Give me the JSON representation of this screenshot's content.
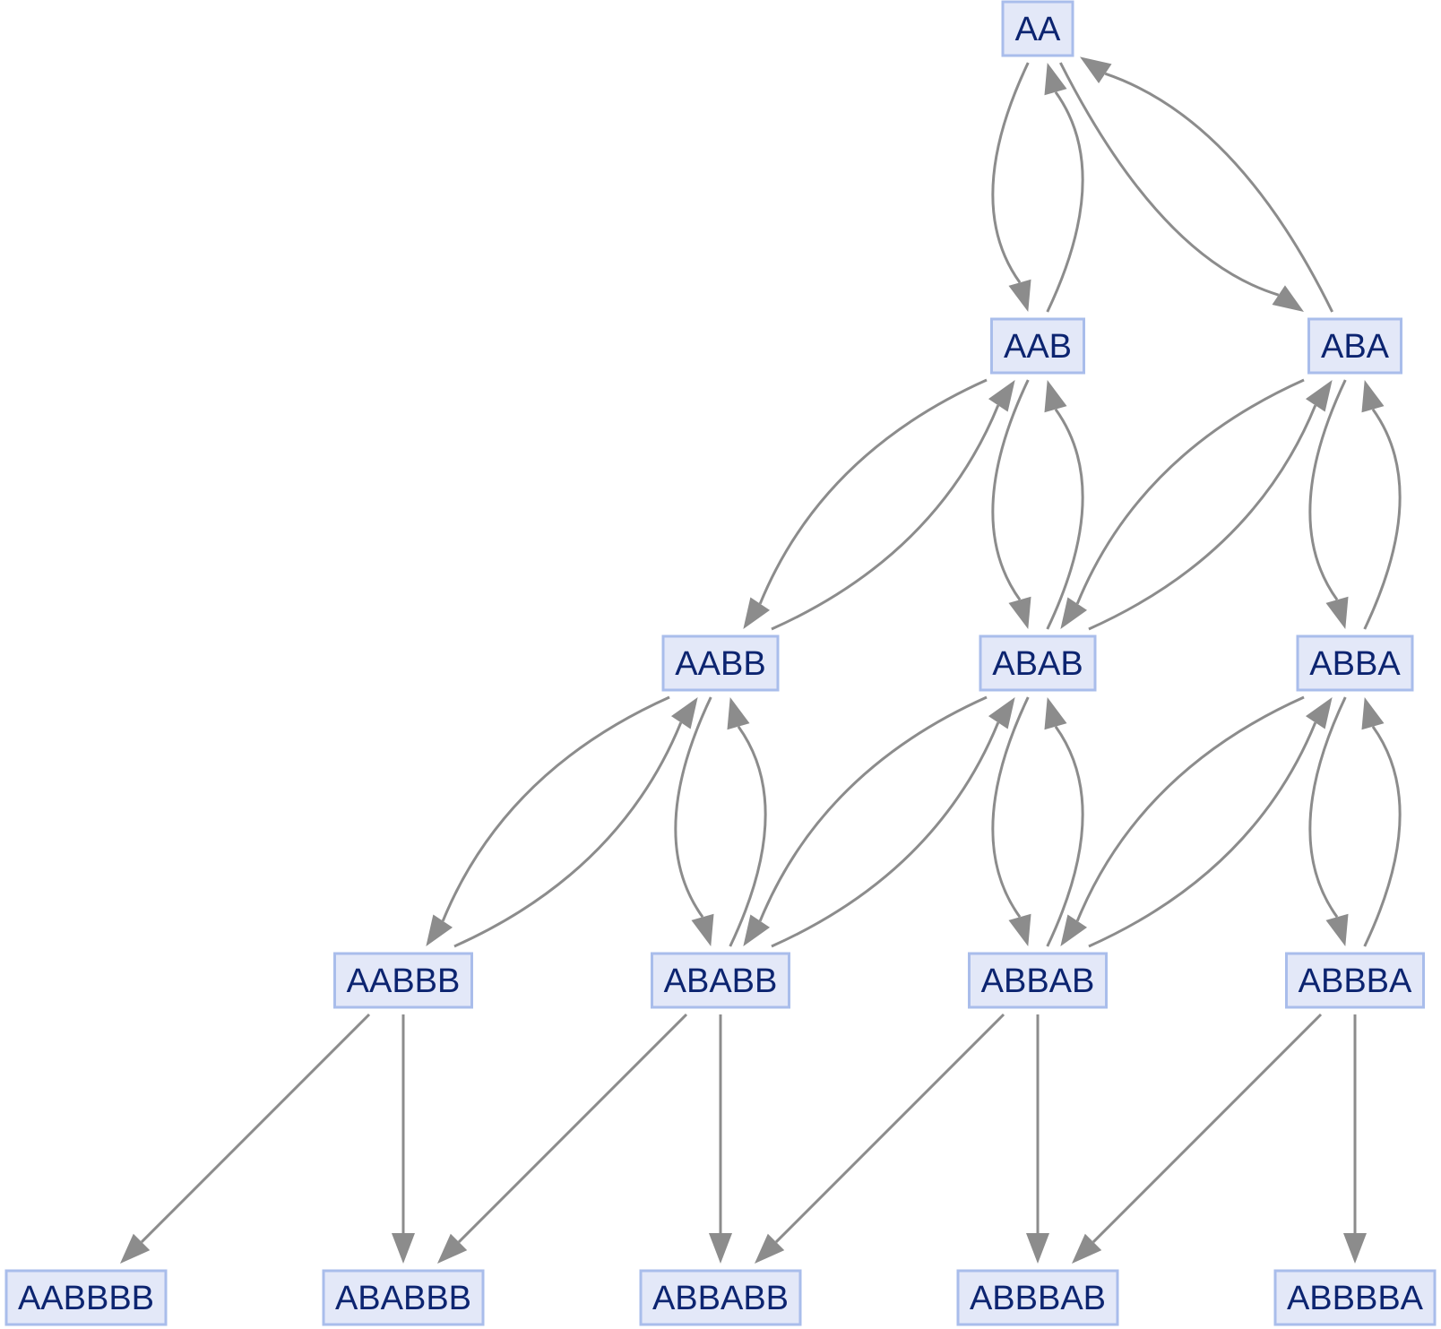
{
  "colors": {
    "node_fill": "#e3e8f8",
    "node_border": "#a9bdeb",
    "node_text": "#0c2470",
    "edge": "#8c8c8c",
    "background": "#ffffff"
  },
  "nodes": [
    {
      "id": "AA",
      "label": "AA"
    },
    {
      "id": "AAB",
      "label": "AAB"
    },
    {
      "id": "ABA",
      "label": "ABA"
    },
    {
      "id": "AABB",
      "label": "AABB"
    },
    {
      "id": "ABAB",
      "label": "ABAB"
    },
    {
      "id": "ABBA",
      "label": "ABBA"
    },
    {
      "id": "AABBB",
      "label": "AABBB"
    },
    {
      "id": "ABABB",
      "label": "ABABB"
    },
    {
      "id": "ABBAB",
      "label": "ABBAB"
    },
    {
      "id": "ABBBA",
      "label": "ABBBA"
    },
    {
      "id": "AABBBB",
      "label": "AABBBB"
    },
    {
      "id": "ABABBB",
      "label": "ABABBB"
    },
    {
      "id": "ABBABB",
      "label": "ABBABB"
    },
    {
      "id": "ABBBAB",
      "label": "ABBBAB"
    },
    {
      "id": "ABBBBA",
      "label": "ABBBBA"
    }
  ],
  "edges": [
    {
      "from": "AA",
      "to": "AAB"
    },
    {
      "from": "AAB",
      "to": "AA"
    },
    {
      "from": "AA",
      "to": "ABA"
    },
    {
      "from": "ABA",
      "to": "AA"
    },
    {
      "from": "AAB",
      "to": "AABB"
    },
    {
      "from": "AABB",
      "to": "AAB"
    },
    {
      "from": "AAB",
      "to": "ABAB"
    },
    {
      "from": "ABAB",
      "to": "AAB"
    },
    {
      "from": "ABA",
      "to": "ABAB"
    },
    {
      "from": "ABAB",
      "to": "ABA"
    },
    {
      "from": "ABA",
      "to": "ABBA"
    },
    {
      "from": "ABBA",
      "to": "ABA"
    },
    {
      "from": "AABB",
      "to": "AABBB"
    },
    {
      "from": "AABBB",
      "to": "AABB"
    },
    {
      "from": "AABB",
      "to": "ABABB"
    },
    {
      "from": "ABABB",
      "to": "AABB"
    },
    {
      "from": "ABAB",
      "to": "ABABB"
    },
    {
      "from": "ABABB",
      "to": "ABAB"
    },
    {
      "from": "ABAB",
      "to": "ABBAB"
    },
    {
      "from": "ABBAB",
      "to": "ABAB"
    },
    {
      "from": "ABBA",
      "to": "ABBAB"
    },
    {
      "from": "ABBAB",
      "to": "ABBA"
    },
    {
      "from": "ABBA",
      "to": "ABBBA"
    },
    {
      "from": "ABBBA",
      "to": "ABBA"
    },
    {
      "from": "AABBB",
      "to": "AABBBB"
    },
    {
      "from": "AABBB",
      "to": "ABABBB"
    },
    {
      "from": "ABABB",
      "to": "ABABBB"
    },
    {
      "from": "ABABB",
      "to": "ABBABB"
    },
    {
      "from": "ABBAB",
      "to": "ABBABB"
    },
    {
      "from": "ABBAB",
      "to": "ABBBAB"
    },
    {
      "from": "ABBBA",
      "to": "ABBBAB"
    },
    {
      "from": "ABBBA",
      "to": "ABBBBA"
    }
  ]
}
